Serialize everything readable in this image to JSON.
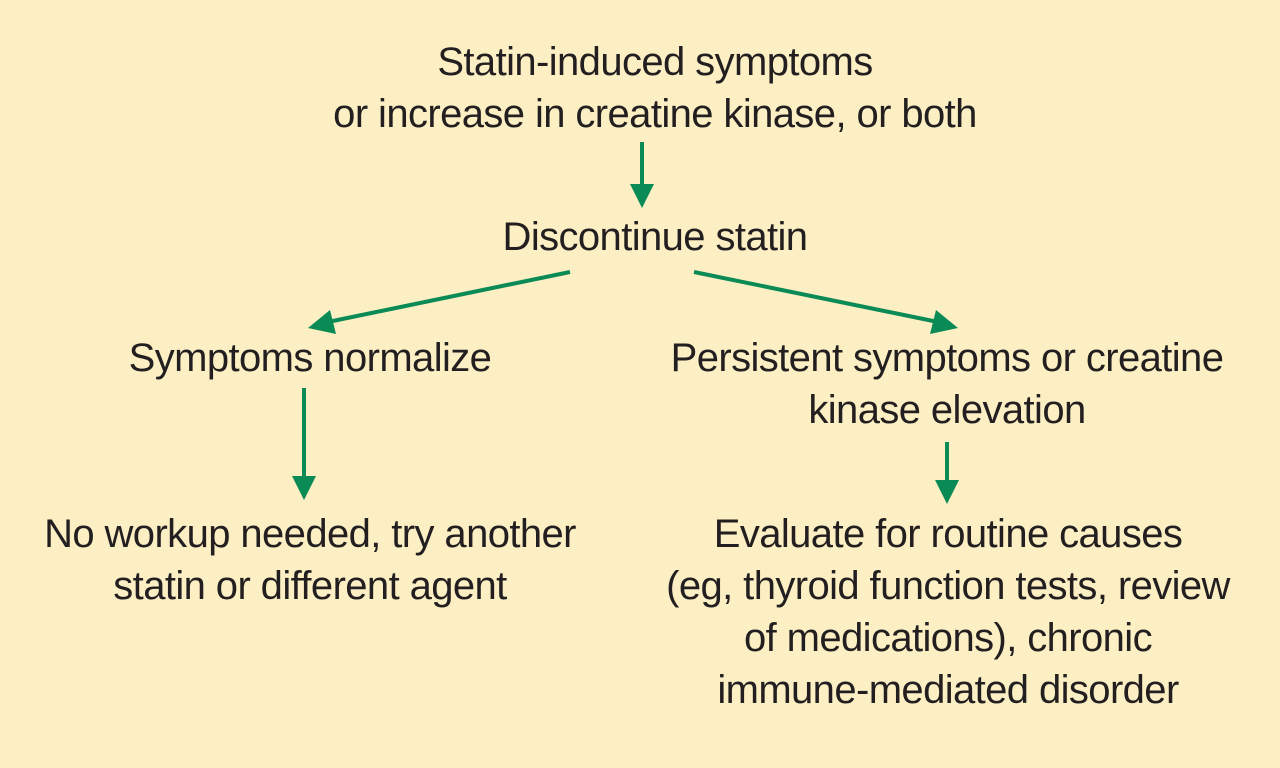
{
  "colors": {
    "background": "#fcefc4",
    "text": "#231f20",
    "arrow": "#0a8a55"
  },
  "nodes": {
    "start": {
      "lines": [
        "Statin-induced symptoms",
        "or increase in creatine kinase, or both"
      ]
    },
    "discontinue": {
      "lines": [
        "Discontinue statin"
      ]
    },
    "normalize": {
      "lines": [
        "Symptoms normalize"
      ]
    },
    "persistent": {
      "lines": [
        "Persistent symptoms or creatine",
        "kinase elevation"
      ]
    },
    "no_workup": {
      "lines": [
        "No workup needed, try another",
        "statin or different agent"
      ]
    },
    "evaluate": {
      "lines": [
        "Evaluate for routine causes",
        "(eg, thyroid function tests, review",
        "of medications), chronic",
        "immune-mediated disorder"
      ]
    }
  },
  "edges": [
    {
      "from": "start",
      "to": "discontinue"
    },
    {
      "from": "discontinue",
      "to": "normalize"
    },
    {
      "from": "discontinue",
      "to": "persistent"
    },
    {
      "from": "normalize",
      "to": "no_workup"
    },
    {
      "from": "persistent",
      "to": "evaluate"
    }
  ]
}
